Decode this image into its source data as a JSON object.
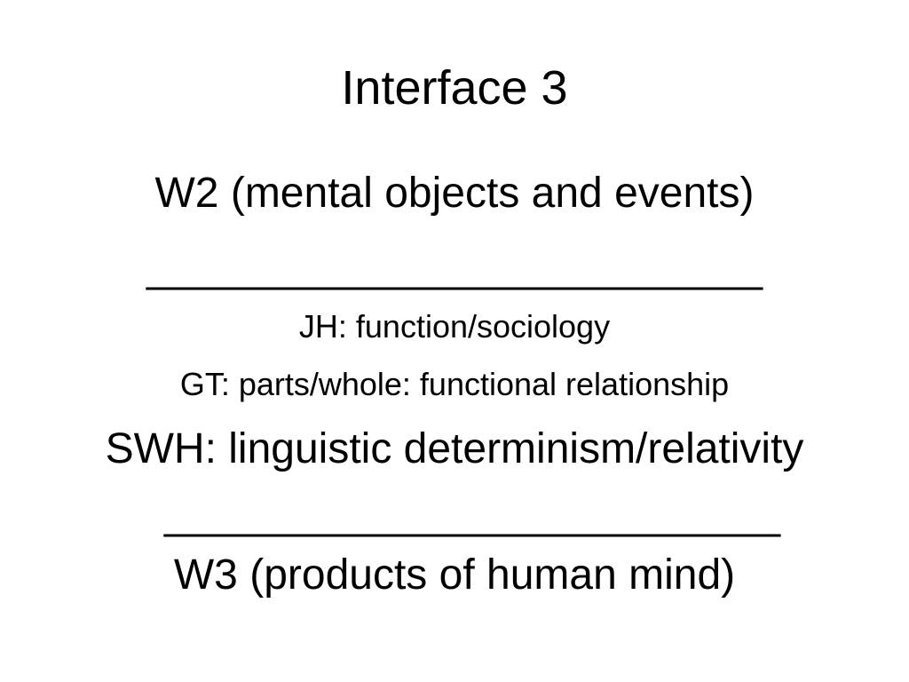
{
  "slide": {
    "title": "Interface 3",
    "lines": [
      "W2 (mental objects and events)",
      "__________________________",
      "JH: function/sociology",
      "GT: parts/whole: functional relationship",
      "SWH: linguistic determinism/relativity",
      "__________________________",
      "W3 (products of human mind)"
    ]
  }
}
